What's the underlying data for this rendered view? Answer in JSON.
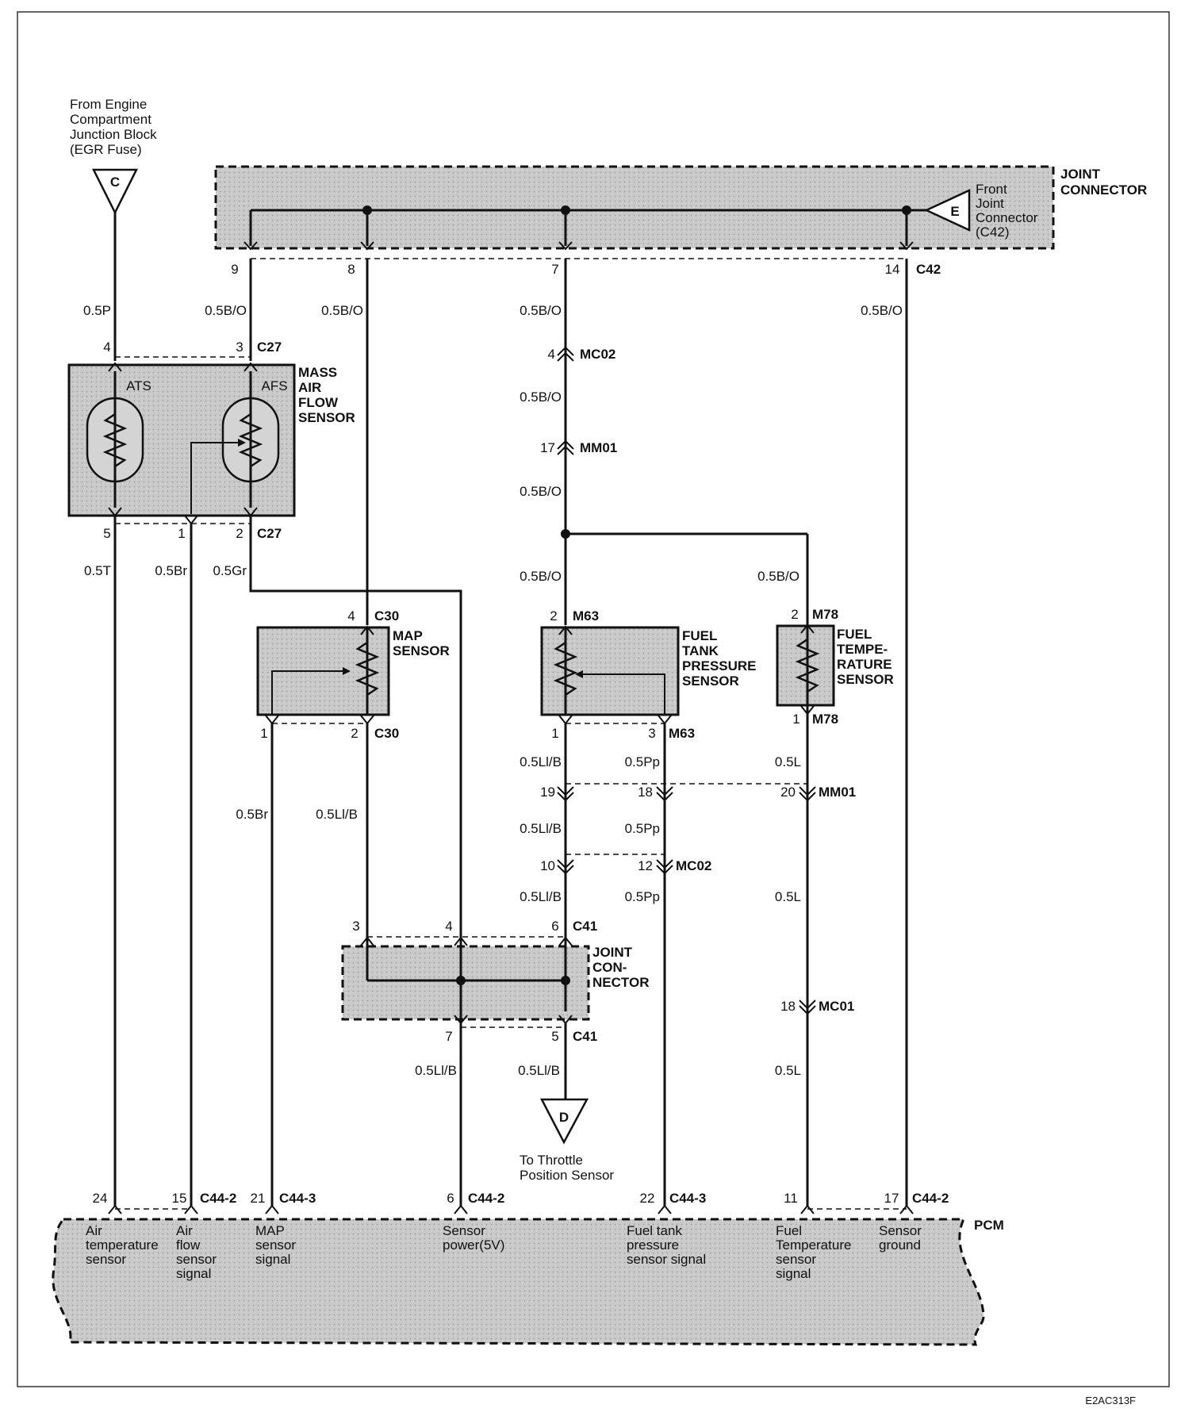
{
  "figure_code": "E2AC313F",
  "labels": {
    "source_line1": "From Engine",
    "source_line2": "Compartment",
    "source_line3": "Junction Block",
    "source_line4": "(EGR Fuse)",
    "source_connector": "C",
    "joint_connector_top_line1": "JOINT",
    "joint_connector_top_line2": "CONNECTOR",
    "front_joint_line1": "Front",
    "front_joint_line2": "Joint",
    "front_joint_line3": "Connector",
    "front_joint_line4": "(C42)",
    "front_joint_connector": "E",
    "pin_9": "9",
    "pin_8": "8",
    "pin_7": "7",
    "pin_14": "14",
    "c42": "C42",
    "w_05P": "0.5P",
    "w_05BO_a": "0.5B/O",
    "w_05BO_b": "0.5B/O",
    "w_05BO_c": "0.5B/O",
    "w_05BO_d": "0.5B/O",
    "maf_pin4": "4",
    "maf_pin3": "3",
    "c27_top": "C27",
    "maf_line1": "MASS",
    "maf_line2": "AIR",
    "maf_line3": "FLOW",
    "maf_line4": "SENSOR",
    "ats": "ATS",
    "afs": "AFS",
    "maf_pin5": "5",
    "maf_pin1": "1",
    "maf_pin2": "2",
    "c27_bottom": "C27",
    "w_05T": "0.5T",
    "w_05Br_a": "0.5Br",
    "w_05Gr": "0.5Gr",
    "mc02_pin4": "4",
    "mc02_a": "MC02",
    "w_05BO_e": "0.5B/O",
    "mm01_pin17": "17",
    "mm01_a": "MM01",
    "w_05BO_f": "0.5B/O",
    "w_05BO_g": "0.5B/O",
    "w_05BO_h": "0.5B/O",
    "map_pin4": "4",
    "c30_top": "C30",
    "map_line1": "MAP",
    "map_line2": "SENSOR",
    "map_pin1": "1",
    "map_pin2": "2",
    "c30_bottom": "C30",
    "ftps_pin2": "2",
    "m63_top": "M63",
    "ftps_line1": "FUEL",
    "ftps_line2": "TANK",
    "ftps_line3": "PRESSURE",
    "ftps_line4": "SENSOR",
    "ftps_pin1": "1",
    "ftps_pin3": "3",
    "m63_bottom": "M63",
    "fts_pin2": "2",
    "m78_top": "M78",
    "fts_line1": "FUEL",
    "fts_line2": "TEMPE-",
    "fts_line3": "RATURE",
    "fts_line4": "SENSOR",
    "fts_pin1": "1",
    "m78_bottom": "M78",
    "w_05LB_a": "0.5Ll/B",
    "w_05Pp_a": "0.5Pp",
    "w_05L_a": "0.5L",
    "mm01_pin19": "19",
    "mm01_pin18": "18",
    "mm01_pin20": "20",
    "mm01_b": "MM01",
    "w_05Br_b": "0.5Br",
    "w_05LB_b": "0.5Ll/B",
    "w_05LB_c": "0.5Ll/B",
    "w_05Pp_b": "0.5Pp",
    "mc02_pin10": "10",
    "mc02_pin12": "12",
    "mc02_b": "MC02",
    "w_05LB_d": "0.5Ll/B",
    "w_05Pp_c": "0.5Pp",
    "w_05L_b": "0.5L",
    "jc_pin3": "3",
    "jc_pin4": "4",
    "jc_pin6": "6",
    "c41_top": "C41",
    "jc_line1": "JOINT",
    "jc_line2": "CON-",
    "jc_line3": "NECTOR",
    "mc01_pin18": "18",
    "mc01": "MC01",
    "jc_pin7": "7",
    "jc_pin5": "5",
    "c41_bottom": "C41",
    "w_05LB_e": "0.5Ll/B",
    "w_05LB_f": "0.5Ll/B",
    "w_05L_c": "0.5L",
    "tps_connector": "D",
    "tps_line1": "To Throttle",
    "tps_line2": "Position Sensor",
    "pcm_pin24": "24",
    "pcm_pin15": "15",
    "c44_2_a": "C44-2",
    "pcm_pin21": "21",
    "c44_3_a": "C44-3",
    "pcm_pin6": "6",
    "c44_2_b": "C44-2",
    "pcm_pin22": "22",
    "c44_3_b": "C44-3",
    "pcm_pin11": "11",
    "pcm_pin17": "17",
    "c44_2_c": "C44-2",
    "pcm": "PCM",
    "pcm_ats_1": "Air",
    "pcm_ats_2": "temperature",
    "pcm_ats_3": "sensor",
    "pcm_afs_1": "Air",
    "pcm_afs_2": "flow",
    "pcm_afs_3": "sensor",
    "pcm_afs_4": "signal",
    "pcm_map_1": "MAP",
    "pcm_map_2": "sensor",
    "pcm_map_3": "signal",
    "pcm_pwr_1": "Sensor",
    "pcm_pwr_2": "power(5V)",
    "pcm_ftp_1": "Fuel tank",
    "pcm_ftp_2": "pressure",
    "pcm_ftp_3": "sensor signal",
    "pcm_ft_1": "Fuel",
    "pcm_ft_2": "Temperature",
    "pcm_ft_3": "sensor",
    "pcm_ft_4": "signal",
    "pcm_gnd_1": "Sensor",
    "pcm_gnd_2": "ground"
  }
}
